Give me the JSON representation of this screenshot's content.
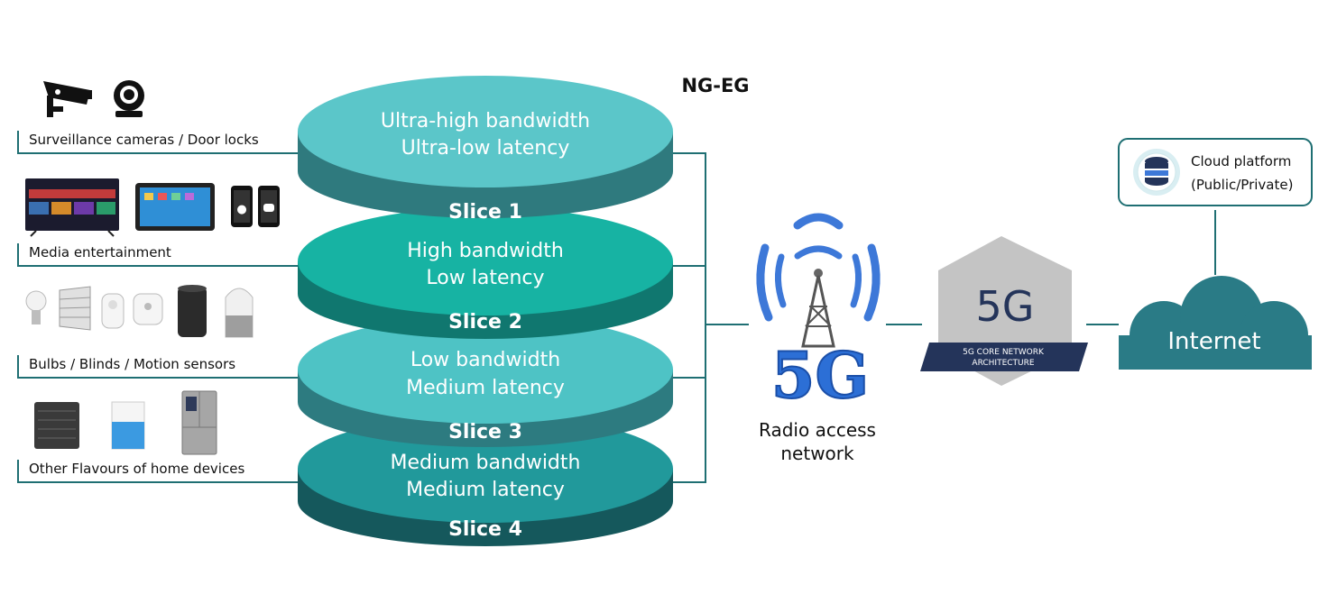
{
  "title": "NG-EG",
  "colors": {
    "line": "#1f6f73",
    "slice1_top": "#5bc6c9",
    "slice1_side": "#2f7a7e",
    "slice2_top": "#17b3a3",
    "slice2_side": "#10776f",
    "slice3_top": "#4ec3c5",
    "slice3_side": "#2d7b80",
    "slice4_top": "#21999b",
    "slice4_side": "#15585c",
    "internet": "#2a7b86",
    "core_hex": "#c4c4c4",
    "core_band": "#24345a"
  },
  "devices": [
    {
      "label": "Surveillance cameras / Door locks",
      "icons": [
        "security-camera-icon",
        "webcam-icon"
      ]
    },
    {
      "label": "Media entertainment",
      "icons": [
        "smart-tv-icon",
        "tablet-icon",
        "iphone-icon",
        "android-phone-icon"
      ]
    },
    {
      "label": "Bulbs / Blinds / Motion sensors",
      "icons": [
        "bulb-icon",
        "blinds-icon",
        "motion-sensor-icon",
        "hub-icon",
        "echo-speaker-icon",
        "google-home-icon"
      ]
    },
    {
      "label": "Other Flavours of home devices",
      "icons": [
        "ac-unit-icon",
        "air-purifier-icon",
        "refrigerator-icon"
      ]
    }
  ],
  "slices": [
    {
      "line1": "Ultra-high bandwidth",
      "line2": "Ultra-low latency",
      "label": "Slice 1"
    },
    {
      "line1": "High bandwidth",
      "line2": "Low latency",
      "label": "Slice 2"
    },
    {
      "line1": "Low bandwidth",
      "line2": "Medium latency",
      "label": "Slice 3"
    },
    {
      "line1": "Medium bandwidth",
      "line2": "Medium latency",
      "label": "Slice 4"
    }
  ],
  "ran": {
    "line1": "Radio access",
    "line2": "network",
    "tower_text": "5G",
    "icon": "5g-tower-icon"
  },
  "core": {
    "big_text": "5G",
    "line1": "5G CORE NETWORK",
    "line2": "ARCHITECTURE"
  },
  "cloud_platform": {
    "line1": "Cloud platform",
    "line2": "(Public/Private)",
    "icon": "database-icon"
  },
  "internet": {
    "label": "Internet",
    "icon": "cloud-icon"
  }
}
